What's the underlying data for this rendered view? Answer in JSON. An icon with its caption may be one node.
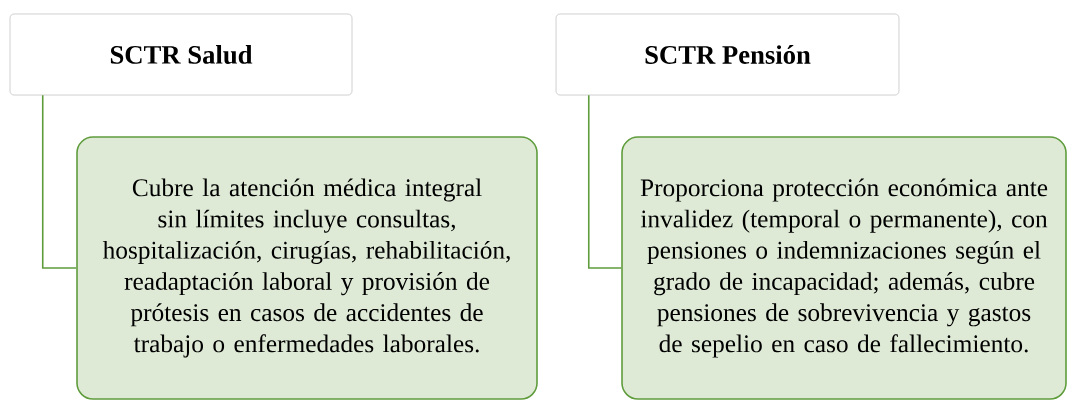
{
  "diagram": {
    "nodes": [
      {
        "text": [
          "SCTR Salud"
        ]
      },
      {
        "text": [
          "Cubre la atención médica integral sin límites incluye consultas, hospitalización, cirugías, rehabilitación, readaptación laboral y provisión de prótesis en casos de accidentes de trabajo o enfermedades laborales."
        ]
      },
      {
        "text": [
          "SCTR Pensión"
        ]
      },
      {
        "text": [
          "Proporciona protección económica ante invalidez (temporal o permanente), con pensiones o indemnizaciones según el grado de incapacidad; además, cubre pensiones de sobrevivencia y gastos de sepelio en caso de fallecimiento."
        ]
      }
    ],
    "edges": [
      {
        "from": 0,
        "to": 1,
        "arrow": "none",
        "color": "#5f9c3c"
      },
      {
        "from": 2,
        "to": 3,
        "arrow": "none",
        "color": "#5f9c3c"
      }
    ]
  }
}
